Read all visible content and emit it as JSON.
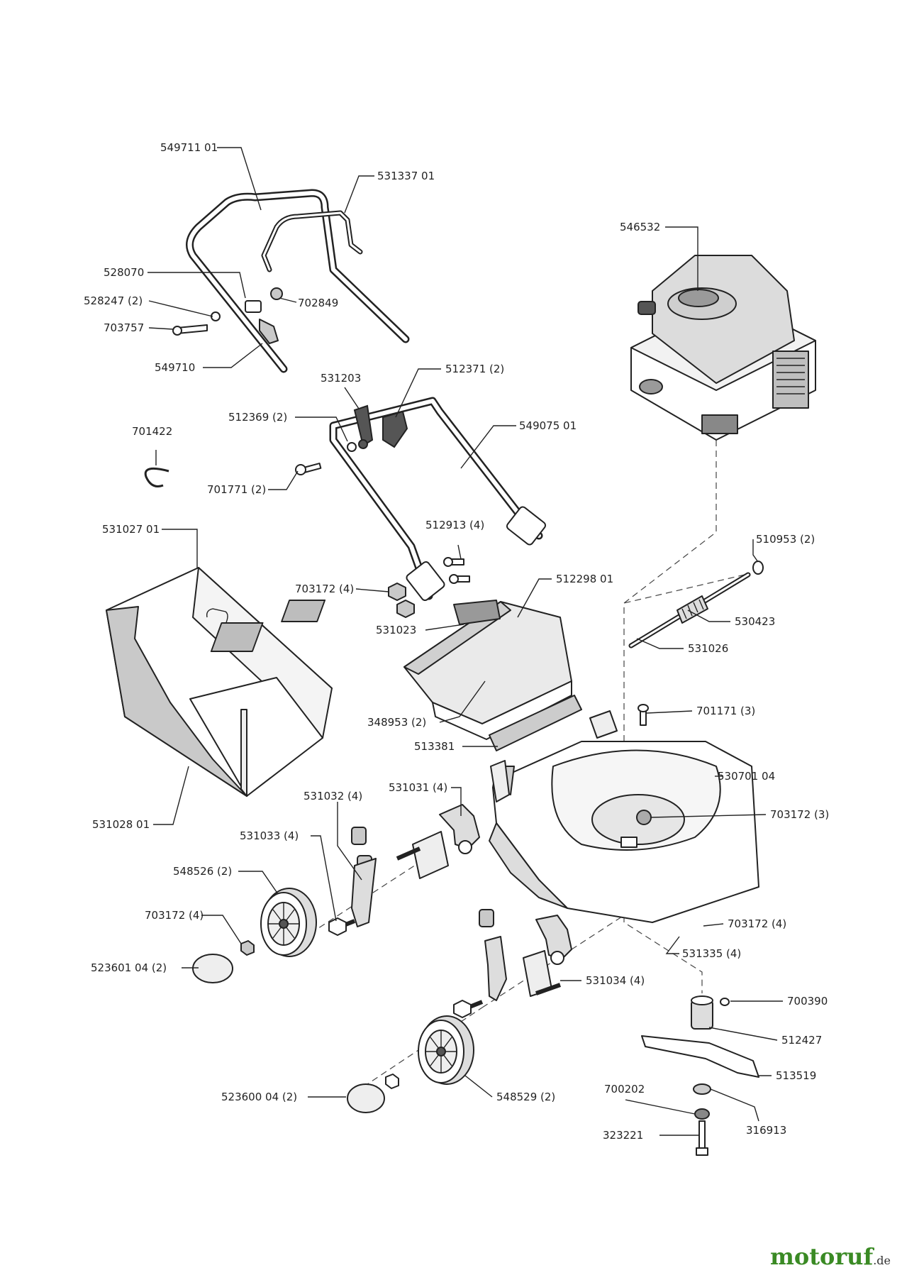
{
  "diagram": {
    "labels": {
      "p549711": "549711 01",
      "p531337": "531337 01",
      "p546532": "546532",
      "p528070": "528070",
      "p528247": "528247 (2)",
      "p702849": "702849",
      "p703757": "703757",
      "p549710": "549710",
      "p531203": "531203",
      "p512371": "512371 (2)",
      "p512369": "512369 (2)",
      "p549075": "549075 01",
      "p701422": "701422",
      "p701771": "701771 (2)",
      "p510953": "510953 (2)",
      "p531027": "531027 01",
      "p512913": "512913 (4)",
      "p703172a": "703172 (4)",
      "p512298": "512298 01",
      "p530423": "530423",
      "p531023": "531023",
      "p531026": "531026",
      "p348953": "348953 (2)",
      "p701171": "701171 (3)",
      "p513381": "513381",
      "p530701": "530701 04",
      "p531028": "531028 01",
      "p531032": "531032 (4)",
      "p531031": "531031 (4)",
      "p703172b": "703172 (3)",
      "p531033": "531033 (4)",
      "p548526": "548526 (2)",
      "p703172c": "703172 (4)",
      "p703172d": "703172 (4)",
      "p523601": "523601 04 (2)",
      "p531335": "531335 (4)",
      "p531034": "531034 (4)",
      "p700390": "700390",
      "p512427": "512427",
      "p513519": "513519",
      "p523600": "523600 04 (2)",
      "p548529": "548529 (2)",
      "p700202": "700202",
      "p316913": "316913",
      "p323221": "323221"
    }
  },
  "logo": {
    "name": "motoruf",
    "suffix": ".de"
  }
}
